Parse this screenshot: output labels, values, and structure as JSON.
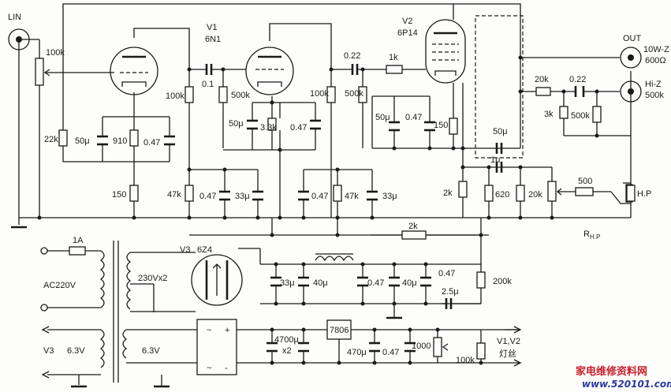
{
  "jacks": {
    "input": "LIN",
    "output": "OUT",
    "output_10w": "10W-Z",
    "output_10w_imp": "600Ω",
    "output_hiz": "Hi-Z",
    "output_hiz_imp": "500k",
    "headphone": "H.P",
    "headphone_res": "R",
    "headphone_res_sub": "H.P"
  },
  "tubes": {
    "v1": "V1",
    "v1_type": "6N1",
    "v2": "V2",
    "v2_type": "6P14",
    "v3": "V3",
    "v3_type": "6Z4"
  },
  "labels": {
    "vol_pot": "100k",
    "r_22k": "22k",
    "c_50u_a": "50μ",
    "r_910": "910",
    "c_047_a": "0.47",
    "r_150_a": "150",
    "c_01": "0.1",
    "r_100k_a": "100k",
    "r_500k_a": "500k",
    "c_50u_b": "50μ",
    "r_33k": "3.3k",
    "c_047_b": "0.47",
    "r_47k_a": "47k",
    "c_047_c": "0.47",
    "c_33u_a": "33μ",
    "c_022_a": "0.22",
    "r_1k": "1k",
    "r_100k_b": "100k",
    "r_500k_b": "500k",
    "c_50u_c": "50μ",
    "c_047_d": "0.47",
    "r_150_b": "150",
    "c_047_e": "0.47",
    "r_47k_b": "47k",
    "c_33u_b": "33μ",
    "c_50u_d": "50μ",
    "c_1u": "1μ",
    "r_2k_a": "2k",
    "r_620": "620",
    "r_20k_pot": "20k",
    "r_500": "500",
    "r_20k_b": "20k",
    "c_022_b": "0.22",
    "r_3k": "3k",
    "r_500k_c": "500k",
    "r_2k_b": "2k",
    "fuse": "1A",
    "mains": "AC220V",
    "sec_hv": "230Vx2",
    "sec_fil_l": "6.3V",
    "sec_fil_r": "6.3V",
    "fil_tube": "V3",
    "c_33u_c": "33μ",
    "c_40u_a": "40μ",
    "c_047_f": "0.47",
    "c_40u_b": "40μ",
    "c_047_g": "0.47",
    "c_25u": "2.5μ",
    "r_200k": "200k",
    "c_4700u": "4700μ",
    "c_4700u_x": "x2",
    "reg": "7806",
    "c_470u": "470μ",
    "c_047_h": "0.47",
    "r_1000": "1000",
    "r_100k_c": "100k",
    "heater_tubes": "V1,V2",
    "heater_label": "灯丝"
  },
  "watermark": {
    "cn": "家电维修资料网",
    "url": "www.520101.com"
  }
}
